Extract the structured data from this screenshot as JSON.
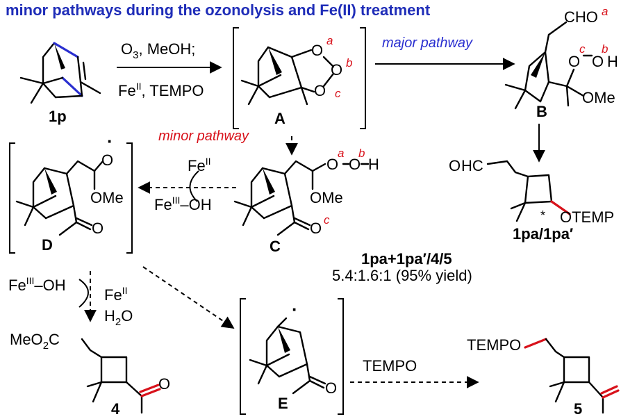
{
  "title": "minor pathways during the ozonolysis and Fe(II) treatment",
  "colors": {
    "title": "#1f2db8",
    "red": "#d8121b",
    "blue": "#2a2fd0",
    "black": "#000000"
  },
  "reagents": {
    "line1": "O",
    "line1_sub": "3",
    "line1_rest": ", MeOH;",
    "line2_fe": "Fe",
    "line2_sup": "II",
    "line2_rest": ", TEMPO"
  },
  "pathways": {
    "major": "major pathway",
    "minor": "minor pathway"
  },
  "compounds": {
    "start": "1p",
    "A": "A",
    "B": "B",
    "C": "C",
    "D": "D",
    "E": "E",
    "prod_main": "1pa/1pa′",
    "prod4": "4",
    "prod5": "5"
  },
  "atoms": {
    "O": "O",
    "H": "H",
    "a": "a",
    "b": "b",
    "c": "c",
    "CHO": "CHO",
    "OMe": "OMe",
    "OHC_red": "O",
    "OHC_rest": "HC",
    "OTEMP": "OTEMP",
    "star": "*",
    "radical": "·",
    "MeO2C_a": "MeO",
    "MeO2C_sub": "2",
    "MeO2C_b": "C",
    "TEMPO_label": "TEMPO"
  },
  "iron": {
    "fe": "Fe",
    "ii": "II",
    "iii": "III",
    "oh": "–OH",
    "water_h": "H",
    "water_sub": "2",
    "water_o": "O"
  },
  "ratio": {
    "title_a": "1pa+1pa′/4/5",
    "values": "5.4:1.6:1 (95% yield)"
  },
  "tempo_arrow": "TEMPO"
}
